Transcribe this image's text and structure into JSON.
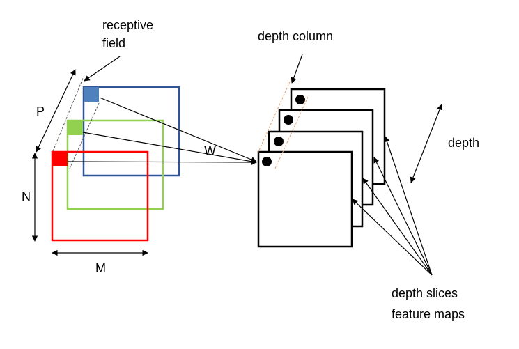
{
  "labels": {
    "receptive_field_line1": "receptive",
    "receptive_field_line2": "field",
    "depth_column": "depth column",
    "p": "P",
    "n": "N",
    "m": "M",
    "w": "W",
    "depth": "depth",
    "depth_slices_line1": "depth slices",
    "depth_slices_line2": "feature maps"
  },
  "colors": {
    "input_red": "#ff0000",
    "input_green": "#92d050",
    "input_blue": "#2f5597",
    "receptive_blue": "#4f81bd",
    "column_guide": "#e0a070",
    "stroke": "#000000"
  }
}
